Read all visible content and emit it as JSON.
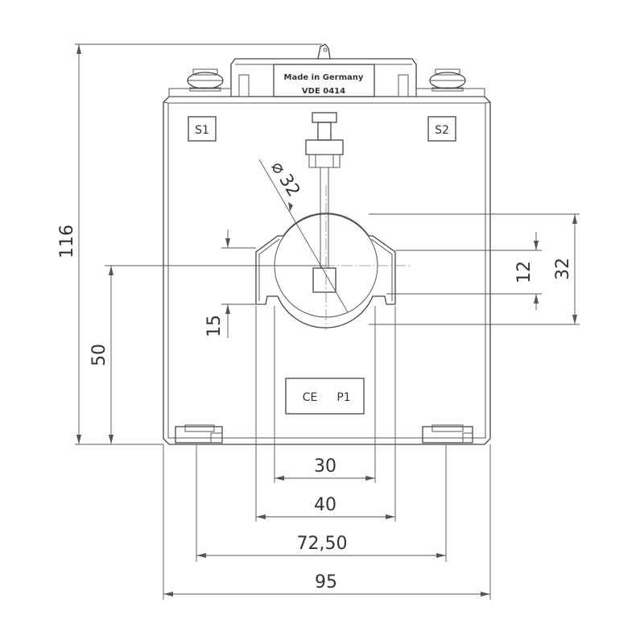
{
  "label_plate": {
    "line1": "Made in Germany",
    "line2": "VDE 0414"
  },
  "terminals": {
    "s1": "S1",
    "s2": "S2"
  },
  "marking": {
    "ce": "CE",
    "p1": "P1"
  },
  "dimensions": {
    "total_height": "116",
    "base_to_center": "50",
    "opening_diameter": "32",
    "window_height_left": "15",
    "window_height_right_inner": "12",
    "window_height_right_outer": "32",
    "width_30": "30",
    "width_40": "40",
    "width_72_50": "72,50",
    "width_95": "95"
  },
  "diameter_symbol": "⌀"
}
